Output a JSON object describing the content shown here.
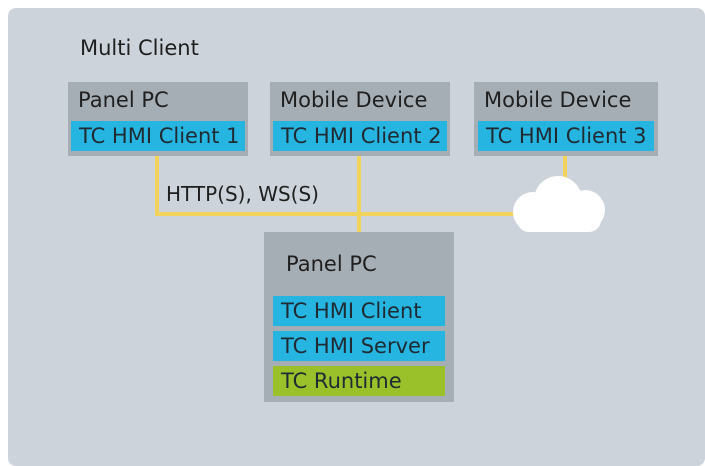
{
  "diagram": {
    "title": "Multi Client",
    "protocol_label": "HTTP(S), WS(S)",
    "clients": [
      {
        "device": "Panel PC",
        "client": "TC HMI Client 1"
      },
      {
        "device": "Mobile Device",
        "client": "TC HMI Client 2"
      },
      {
        "device": "Mobile Device",
        "client": "TC HMI Client 3"
      }
    ],
    "server": {
      "device": "Panel PC",
      "layers": [
        "TC HMI Client",
        "TC HMI Server",
        "TC Runtime"
      ]
    },
    "colors": {
      "background": "#ccd3da",
      "device_box": "#a6aeb5",
      "client_chip": "#26b4e0",
      "runtime_chip": "#9bc12a",
      "connection": "#f1d25a"
    },
    "icons": [
      "cloud-icon"
    ]
  }
}
